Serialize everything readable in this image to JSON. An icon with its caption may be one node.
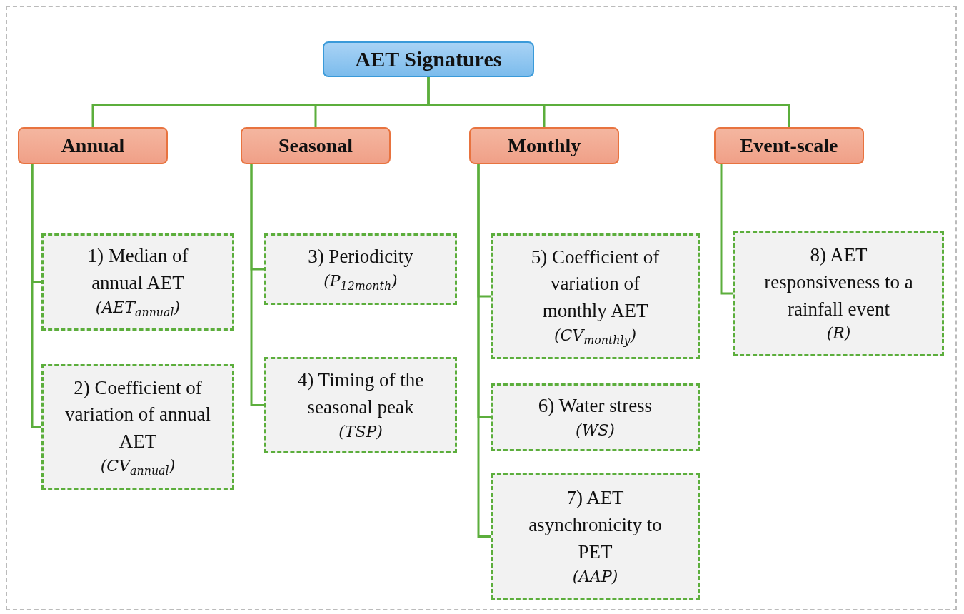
{
  "diagram": {
    "nodes": [
      {
        "text": [
          "AET Signatures"
        ]
      },
      {
        "text": [
          "Annual"
        ]
      },
      {
        "text": [
          "Seasonal"
        ]
      },
      {
        "text": [
          "Monthly"
        ]
      },
      {
        "text": [
          "Event-scale"
        ]
      },
      {
        "text": [
          "1) Median of annual AET",
          "(AET$_{annual}$)"
        ]
      },
      {
        "text": [
          "2) Coefficient of variation of annual AET",
          "(CV$_{annual}$)"
        ]
      },
      {
        "text": [
          "3) Periodicity",
          "(P$_{12month}$)"
        ]
      },
      {
        "text": [
          "4) Timing of the seasonal peak",
          "(TSP)"
        ]
      },
      {
        "text": [
          "5) Coefficient of variation of monthly AET",
          "(CV$_{monthly}$)"
        ]
      },
      {
        "text": [
          "6) Water stress",
          "(WS)"
        ]
      },
      {
        "text": [
          "7) AET asynchronicity to PET",
          "(AAP)"
        ]
      },
      {
        "text": [
          "8) AET responsiveness to a rainfall event",
          "(R)"
        ]
      }
    ],
    "edges": [
      {
        "from": 0,
        "to": 1,
        "arrow": "none"
      },
      {
        "from": 0,
        "to": 2,
        "arrow": "none"
      },
      {
        "from": 0,
        "to": 3,
        "arrow": "none"
      },
      {
        "from": 0,
        "to": 4,
        "arrow": "none"
      },
      {
        "from": 1,
        "to": 5,
        "arrow": "none"
      },
      {
        "from": 1,
        "to": 6,
        "arrow": "none"
      },
      {
        "from": 2,
        "to": 7,
        "arrow": "none"
      },
      {
        "from": 2,
        "to": 8,
        "arrow": "none"
      },
      {
        "from": 3,
        "to": 9,
        "arrow": "none"
      },
      {
        "from": 3,
        "to": 10,
        "arrow": "none"
      },
      {
        "from": 3,
        "to": 11,
        "arrow": "none"
      },
      {
        "from": 4,
        "to": 12,
        "arrow": "none"
      }
    ]
  }
}
